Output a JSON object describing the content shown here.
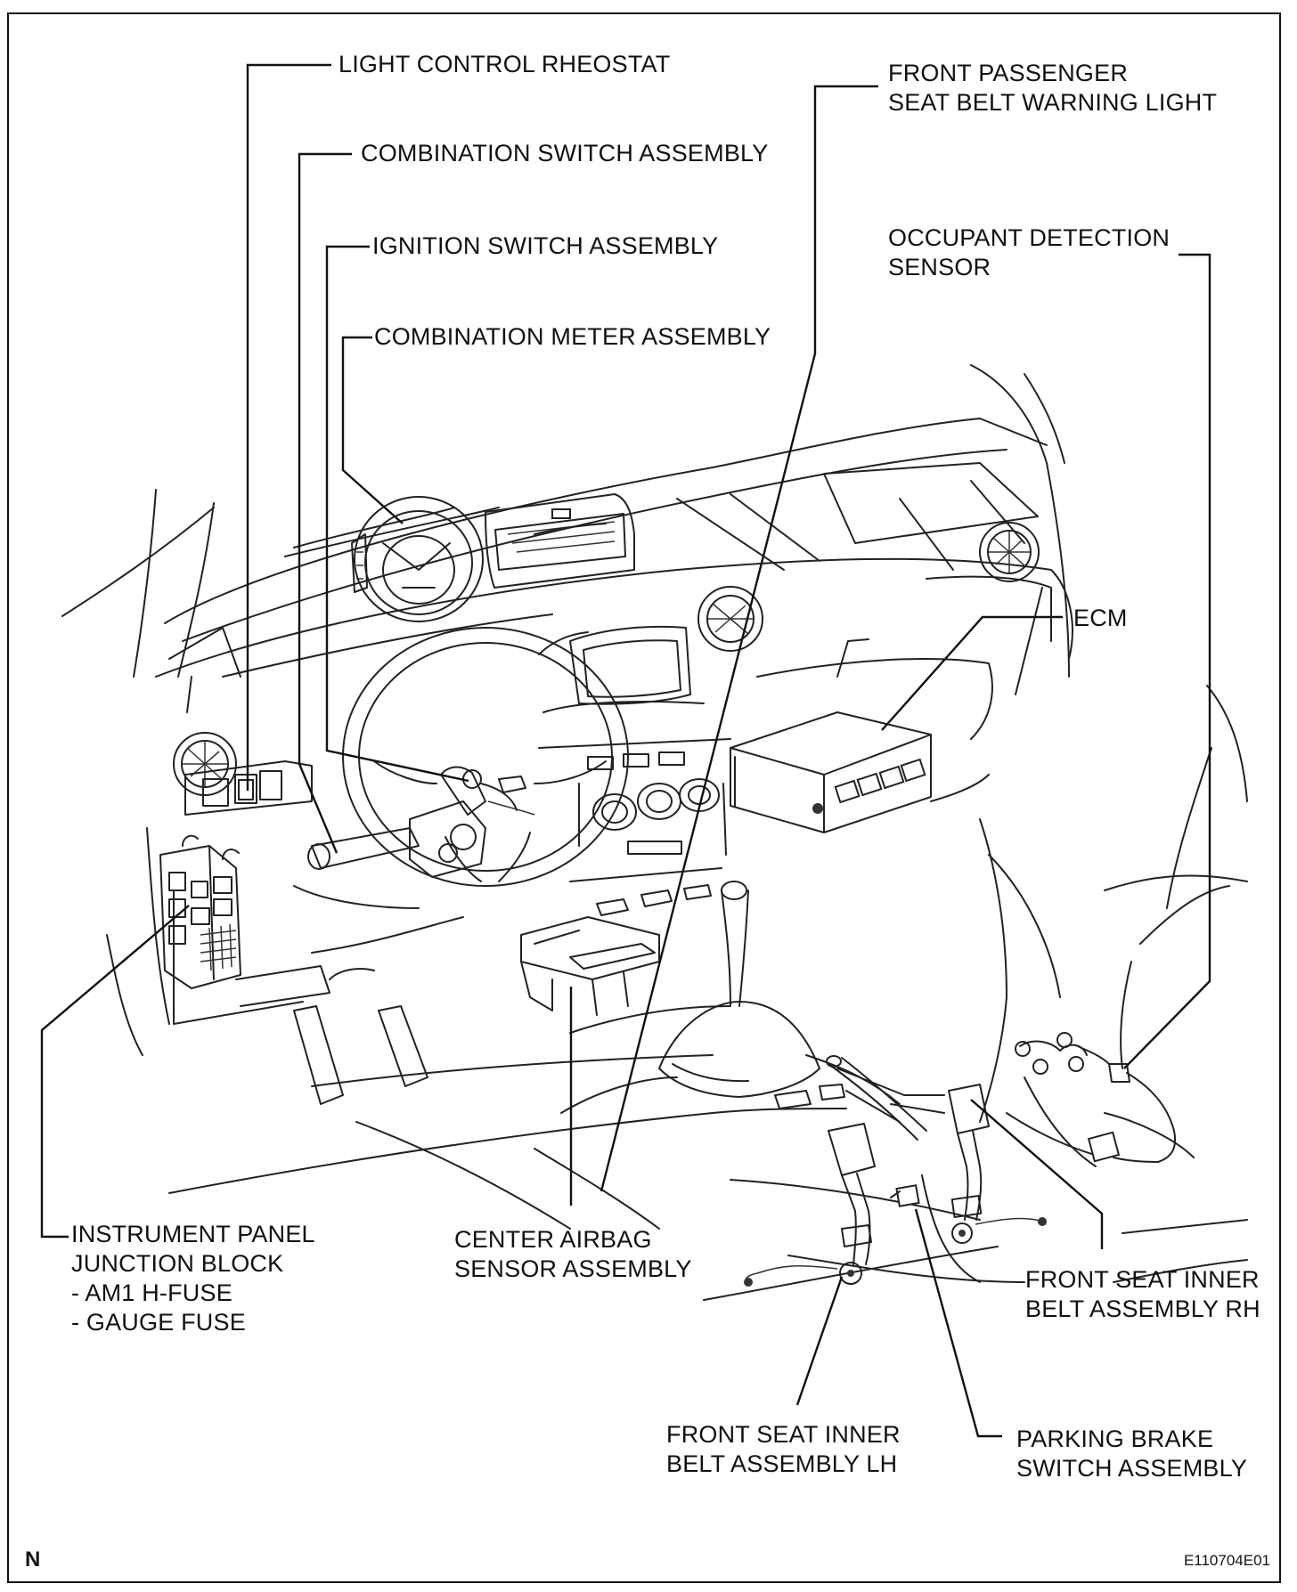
{
  "labels": {
    "light_control_rheostat": "LIGHT CONTROL RHEOSTAT",
    "combination_switch": "COMBINATION SWITCH ASSEMBLY",
    "ignition_switch": "IGNITION SWITCH ASSEMBLY",
    "combination_meter": "COMBINATION METER ASSEMBLY",
    "front_passenger_warning_1": "FRONT PASSENGER",
    "front_passenger_warning_2": "SEAT BELT WARNING LIGHT",
    "occupant_detection_1": "OCCUPANT DETECTION",
    "occupant_detection_2": "SENSOR",
    "ecm": "ECM",
    "instrument_panel_1": "INSTRUMENT PANEL",
    "instrument_panel_2": "JUNCTION BLOCK",
    "instrument_panel_3": "- AM1 H-FUSE",
    "instrument_panel_4": "- GAUGE FUSE",
    "center_airbag_1": "CENTER AIRBAG",
    "center_airbag_2": "SENSOR ASSEMBLY",
    "seat_belt_rh_1": "FRONT SEAT INNER",
    "seat_belt_rh_2": "BELT ASSEMBLY RH",
    "seat_belt_lh_1": "FRONT SEAT INNER",
    "seat_belt_lh_2": "BELT ASSEMBLY LH",
    "parking_brake_1": "PARKING BRAKE",
    "parking_brake_2": "SWITCH ASSEMBLY"
  },
  "north_marker": "N",
  "figure_code": "E110704E01"
}
